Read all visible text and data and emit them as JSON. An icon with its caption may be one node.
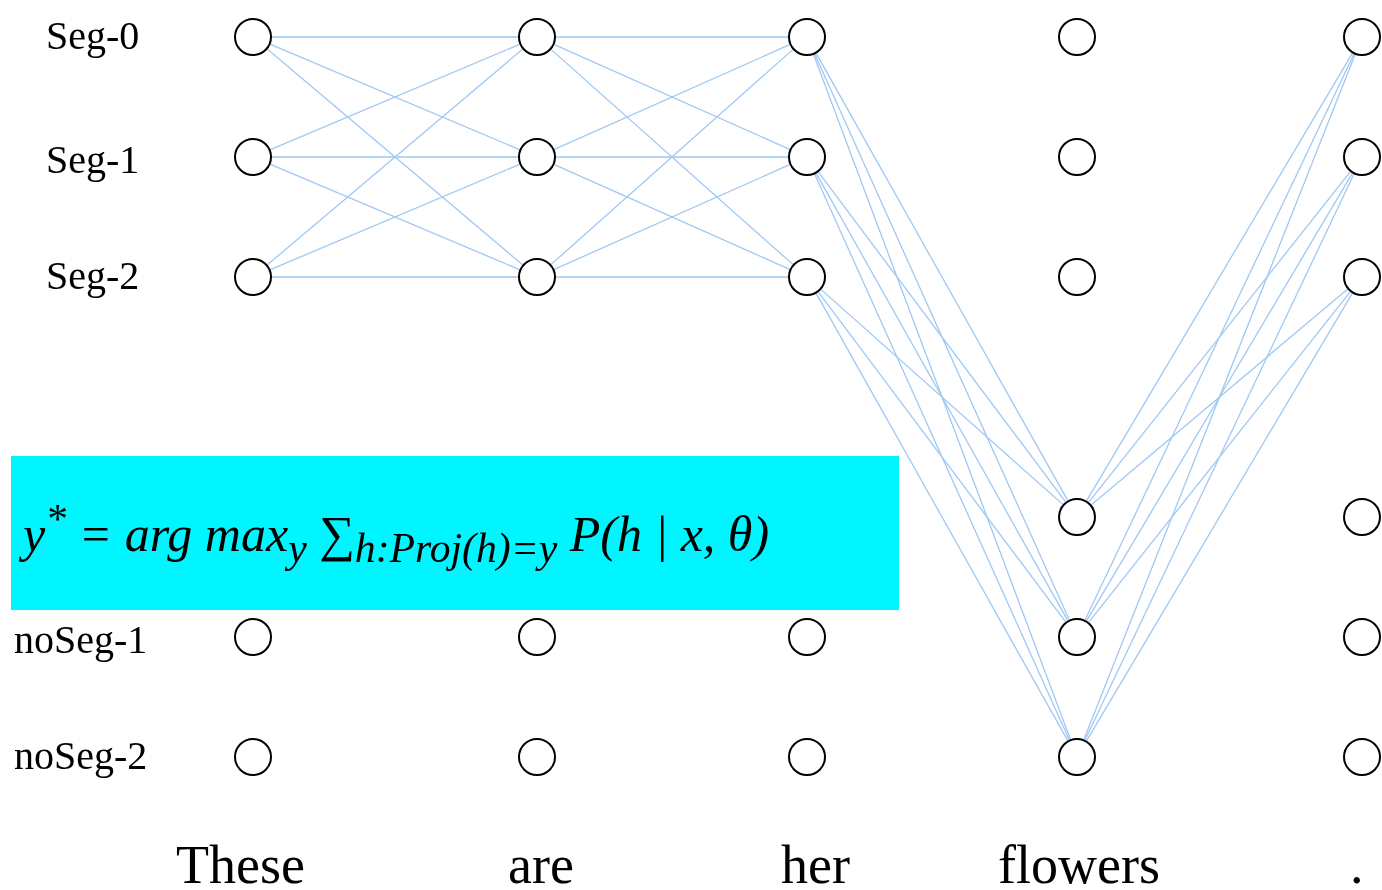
{
  "diagram": {
    "nodes": [
      {
        "text": [],
        "shape": "circle"
      },
      {
        "text": [],
        "shape": "circle"
      },
      {
        "text": [],
        "shape": "circle"
      },
      {
        "text": [],
        "shape": "circle"
      },
      {
        "text": [],
        "shape": "circle"
      },
      {
        "text": [],
        "shape": "circle"
      },
      {
        "text": [],
        "shape": "circle"
      },
      {
        "text": [],
        "shape": "circle"
      },
      {
        "text": [],
        "shape": "circle"
      },
      {
        "text": [],
        "shape": "circle"
      },
      {
        "text": [],
        "shape": "circle"
      },
      {
        "text": [],
        "shape": "circle"
      },
      {
        "text": [],
        "shape": "circle"
      },
      {
        "text": [],
        "shape": "circle"
      },
      {
        "text": [],
        "shape": "circle"
      },
      {
        "text": [
          "y$^{*}$ = arg max$_{y}$ ∑$_{h:Proj(h)=y}$ P(h | x, θ)"
        ]
      },
      {
        "text": [],
        "shape": "circle"
      },
      {
        "text": [],
        "shape": "circle"
      },
      {
        "text": [],
        "shape": "circle"
      },
      {
        "text": [],
        "shape": "circle"
      },
      {
        "text": [],
        "shape": "circle"
      },
      {
        "text": [],
        "shape": "circle"
      },
      {
        "text": [],
        "shape": "circle"
      },
      {
        "text": [],
        "shape": "circle"
      },
      {
        "text": [],
        "shape": "circle"
      },
      {
        "text": [],
        "shape": "circle"
      },
      {
        "text": [],
        "shape": "circle"
      },
      {
        "text": [],
        "shape": "circle"
      }
    ],
    "edges": [
      {
        "from": 0,
        "to": 1,
        "arrow": "none"
      },
      {
        "from": 0,
        "to": 6,
        "arrow": "none"
      },
      {
        "from": 0,
        "to": 11,
        "arrow": "none"
      },
      {
        "from": 5,
        "to": 1,
        "arrow": "none"
      },
      {
        "from": 5,
        "to": 6,
        "arrow": "none"
      },
      {
        "from": 5,
        "to": 11,
        "arrow": "none"
      },
      {
        "from": 10,
        "to": 1,
        "arrow": "none"
      },
      {
        "from": 10,
        "to": 6,
        "arrow": "none"
      },
      {
        "from": 10,
        "to": 11,
        "arrow": "none"
      },
      {
        "from": 1,
        "to": 2,
        "arrow": "none"
      },
      {
        "from": 1,
        "to": 7,
        "arrow": "none"
      },
      {
        "from": 1,
        "to": 12,
        "arrow": "none"
      },
      {
        "from": 6,
        "to": 2,
        "arrow": "none"
      },
      {
        "from": 6,
        "to": 7,
        "arrow": "none"
      },
      {
        "from": 6,
        "to": 12,
        "arrow": "none"
      },
      {
        "from": 11,
        "to": 2,
        "arrow": "none"
      },
      {
        "from": 11,
        "to": 7,
        "arrow": "none"
      },
      {
        "from": 11,
        "to": 12,
        "arrow": "none"
      },
      {
        "from": 2,
        "to": 16,
        "arrow": "none"
      },
      {
        "from": 2,
        "to": 21,
        "arrow": "none"
      },
      {
        "from": 2,
        "to": 26,
        "arrow": "none"
      },
      {
        "from": 7,
        "to": 16,
        "arrow": "none"
      },
      {
        "from": 7,
        "to": 21,
        "arrow": "none"
      },
      {
        "from": 7,
        "to": 26,
        "arrow": "none"
      },
      {
        "from": 12,
        "to": 16,
        "arrow": "none"
      },
      {
        "from": 12,
        "to": 21,
        "arrow": "none"
      },
      {
        "from": 12,
        "to": 26,
        "arrow": "none"
      },
      {
        "from": 16,
        "to": 4,
        "arrow": "none"
      },
      {
        "from": 16,
        "to": 9,
        "arrow": "none"
      },
      {
        "from": 16,
        "to": 14,
        "arrow": "none"
      },
      {
        "from": 21,
        "to": 4,
        "arrow": "none"
      },
      {
        "from": 21,
        "to": 9,
        "arrow": "none"
      },
      {
        "from": 21,
        "to": 14,
        "arrow": "none"
      },
      {
        "from": 26,
        "to": 4,
        "arrow": "none"
      },
      {
        "from": 26,
        "to": 9,
        "arrow": "none"
      },
      {
        "from": 26,
        "to": 14,
        "arrow": "none"
      }
    ],
    "labels": [
      "Seg-0",
      "Seg-1",
      "Seg-2",
      "noSeg-1",
      "noSeg-2",
      "These",
      "are",
      "her",
      "flowers",
      "."
    ]
  }
}
